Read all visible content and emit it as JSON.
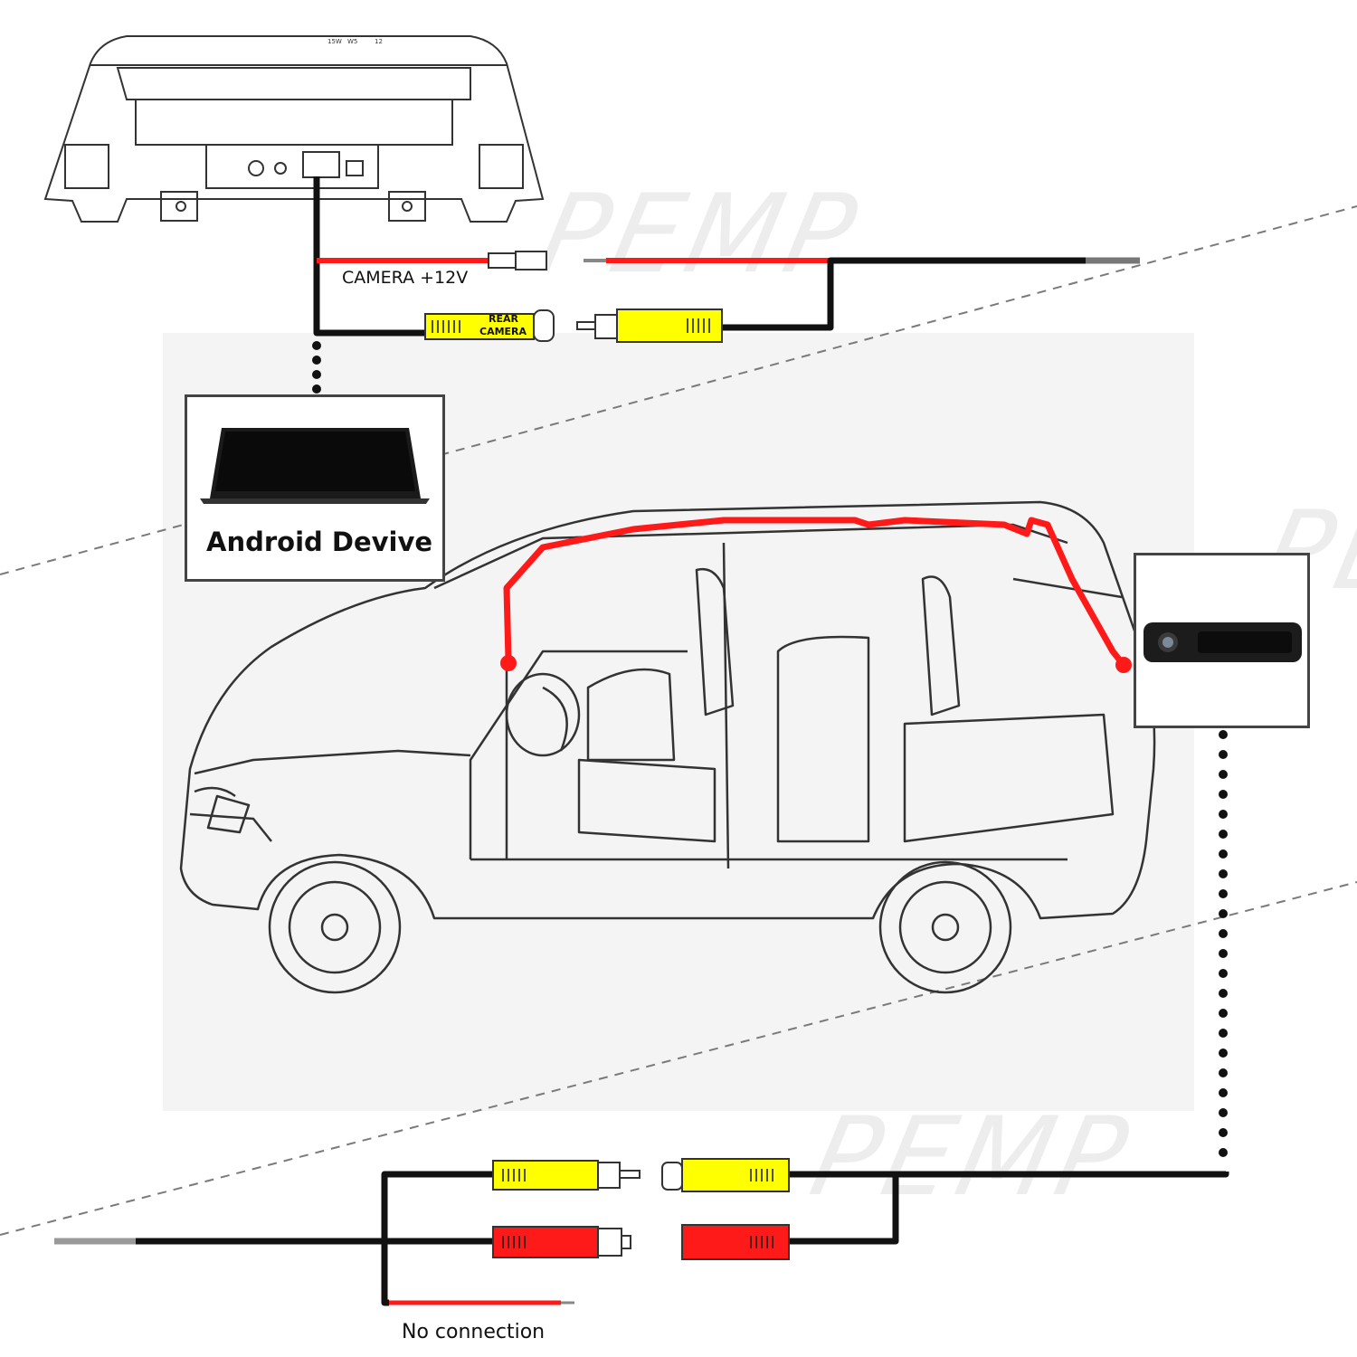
{
  "labels": {
    "camera_power": "CAMERA +12V",
    "rear_camera_line1": "REAR",
    "rear_camera_line2": "CAMERA",
    "device": "Android Devive",
    "no_connection": "No connection",
    "headunit_marks": [
      "15W",
      "W5",
      "12"
    ]
  },
  "watermark": {
    "text": "PEMP"
  },
  "colors": {
    "wire": "#111111",
    "power_wire": "#ff1a1a",
    "video_plug": "#ffff00",
    "red_plug": "#ff1a1a",
    "dashed_guide": "#7a7a7a",
    "box_border": "#444444"
  }
}
